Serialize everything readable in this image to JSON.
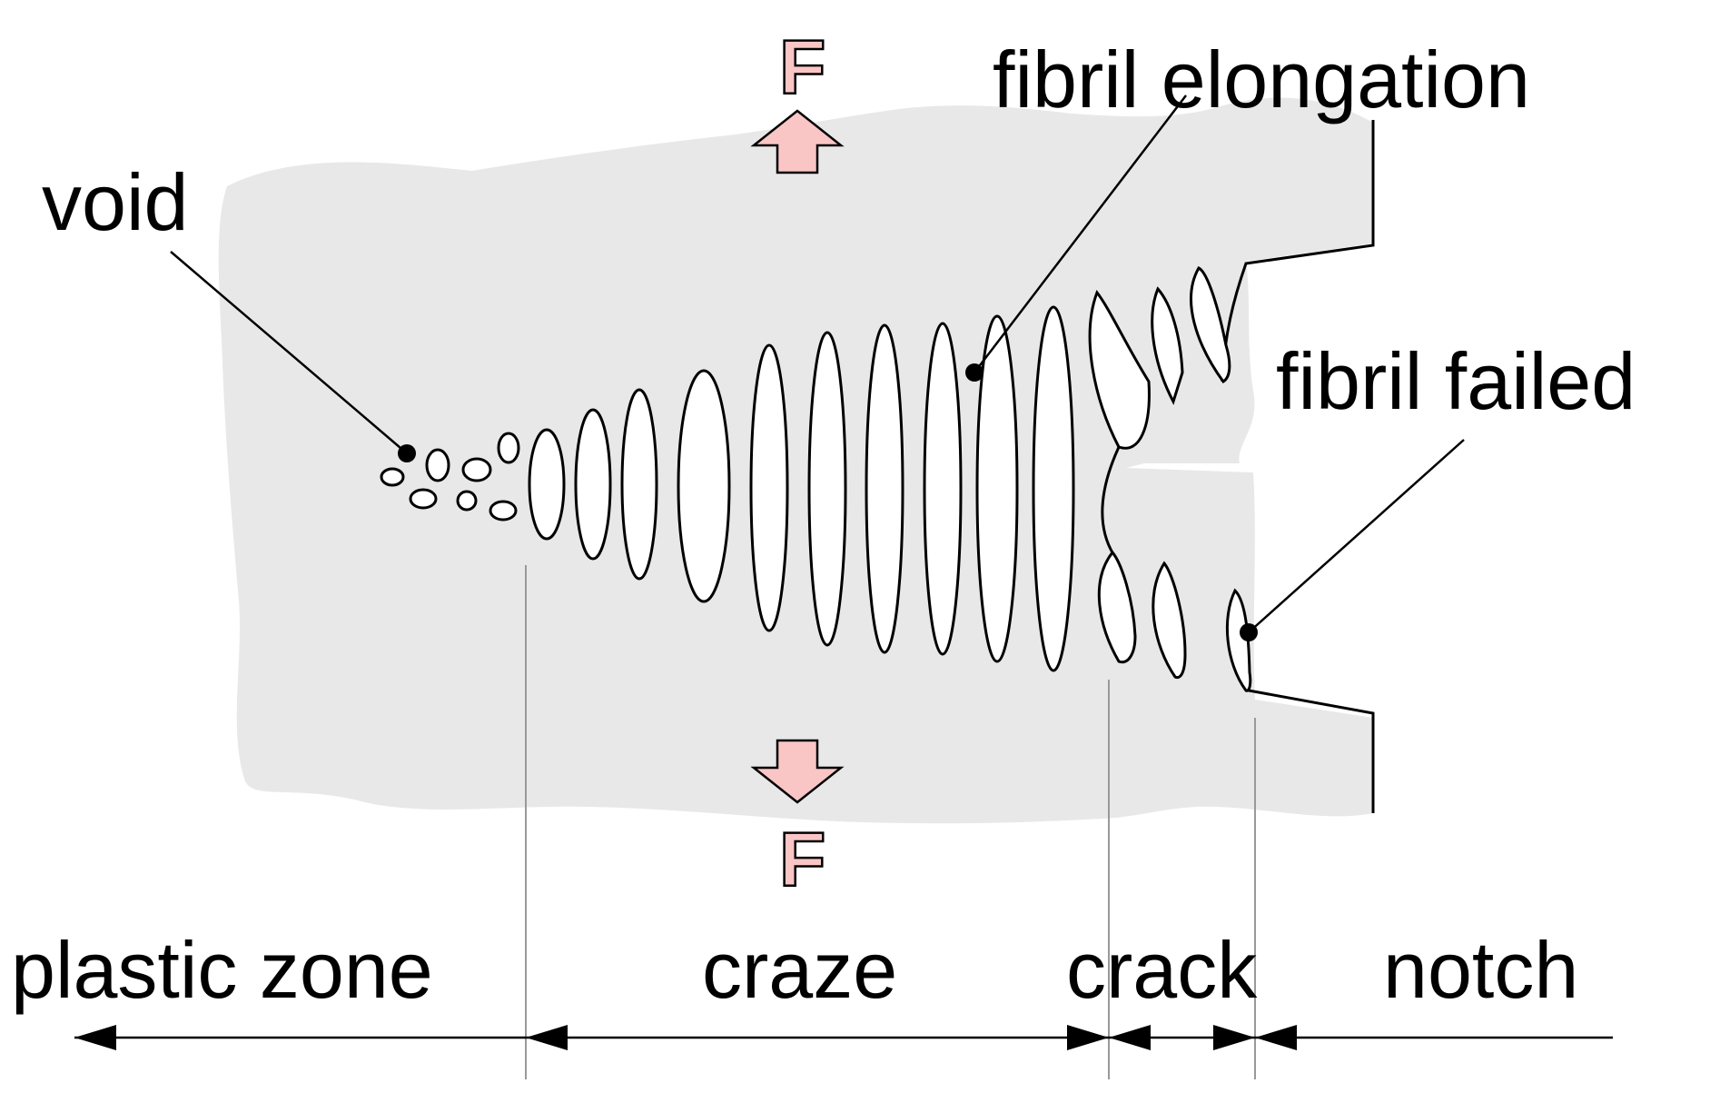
{
  "labels": {
    "void": "void",
    "fibril_elongation": "fibril elongation",
    "fibril_failed": "fibril failed",
    "force_top": "F",
    "force_bottom": "F"
  },
  "zones": {
    "plastic_zone": "plastic zone",
    "craze": "craze",
    "crack": "crack",
    "notch": "notch"
  },
  "colors": {
    "body_fill": "#e8e8e8",
    "force_arrow_fill": "#f9c5c5",
    "outline": "#000000",
    "guide_line": "#999999"
  }
}
